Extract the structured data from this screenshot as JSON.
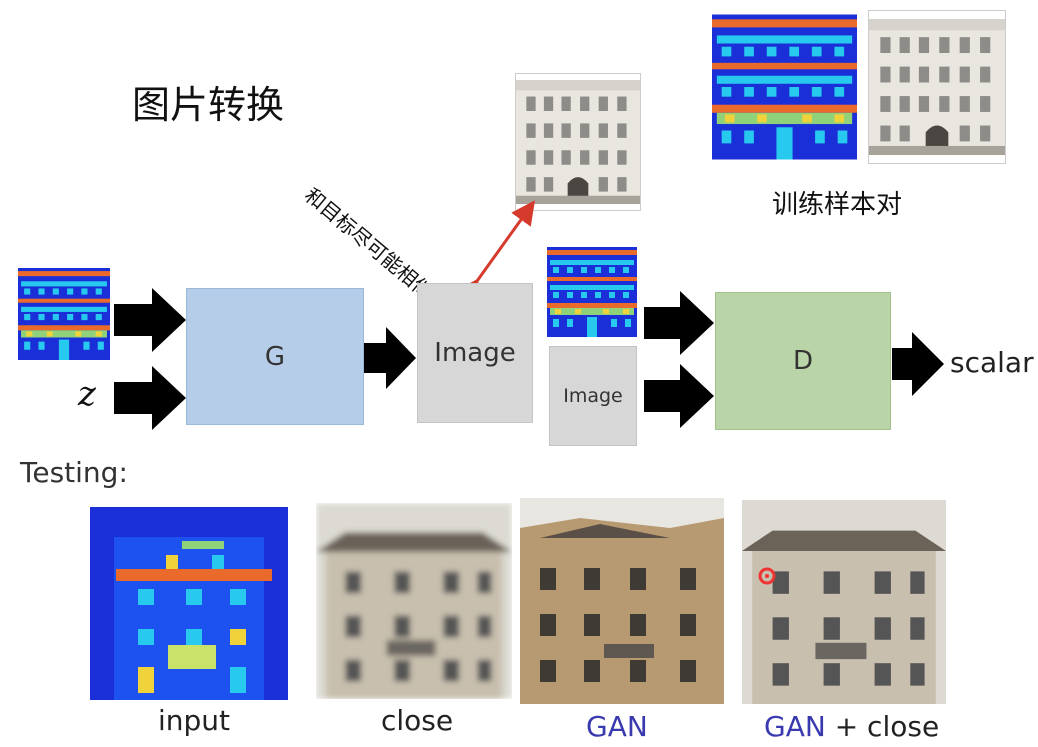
{
  "title": "图片转换",
  "pair_label": "训练样本对",
  "similar_label": "和目标尽可能相似",
  "generator": "G",
  "discriminator": "D",
  "image_box": "Image",
  "image_box_small": "Image",
  "z_label": "z",
  "scalar_label": "scalar",
  "testing_label": "Testing:",
  "test_labels": {
    "input": "input",
    "close": "close",
    "gan": "GAN",
    "gan_plus": "GAN",
    "plus_close": " + close"
  },
  "colors": {
    "gan_blue": "#3a3ab0",
    "generator_fill": "#b5cde8",
    "discriminator_fill": "#b9d4a6",
    "image_fill": "#d7d7d7",
    "red_arrow": "#d63a2c"
  }
}
